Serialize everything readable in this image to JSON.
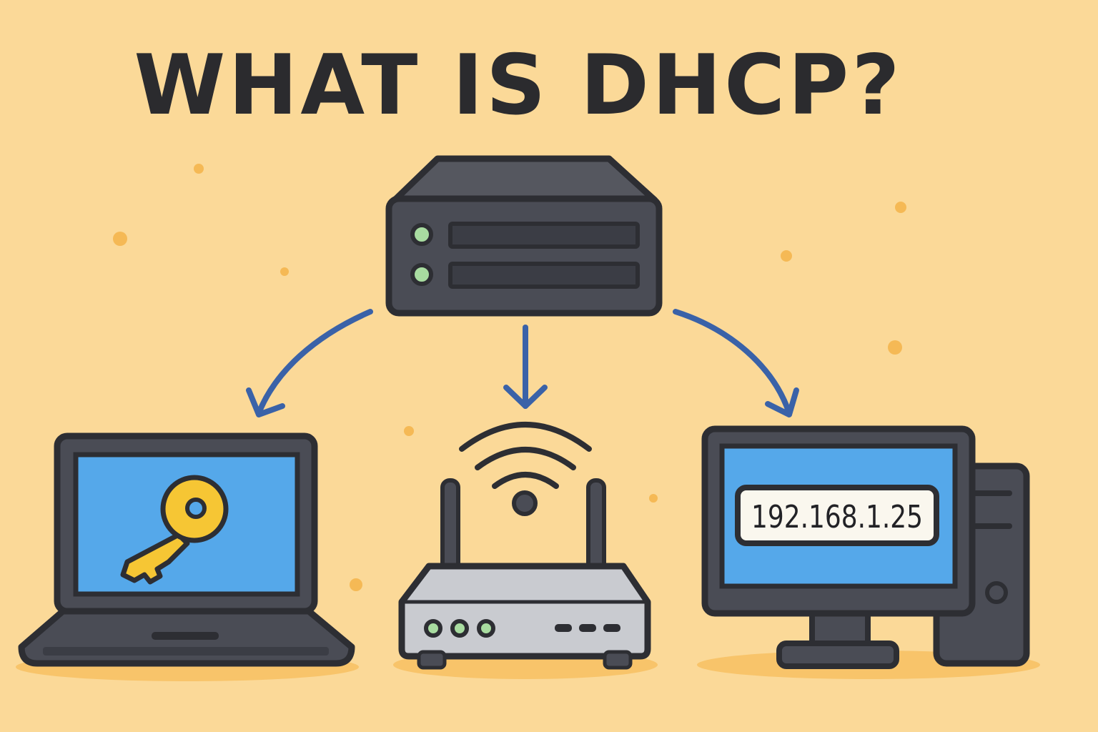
{
  "diagram": {
    "title": "WHAT IS DHCP?",
    "nodes": [
      {
        "id": "server",
        "icon": "server-icon"
      },
      {
        "id": "laptop",
        "icon": "laptop-icon",
        "screen_icon": "key-icon"
      },
      {
        "id": "router",
        "icon": "wifi-router-icon"
      },
      {
        "id": "desktop",
        "icon": "desktop-computer-icon",
        "ip_address": "192.168.1.25"
      }
    ],
    "edges": [
      {
        "from": "server",
        "to": "laptop"
      },
      {
        "from": "server",
        "to": "router"
      },
      {
        "from": "server",
        "to": "desktop"
      }
    ],
    "colors": {
      "background": "#fbd998",
      "device_dark": "#4a4c55",
      "outline": "#2d2e33",
      "screen": "#55a8ea",
      "arrow": "#3a62a8",
      "key": "#f6c634",
      "led": "#a8dca0",
      "router_body": "#c9cbd0",
      "dots": "#f5b955"
    }
  }
}
